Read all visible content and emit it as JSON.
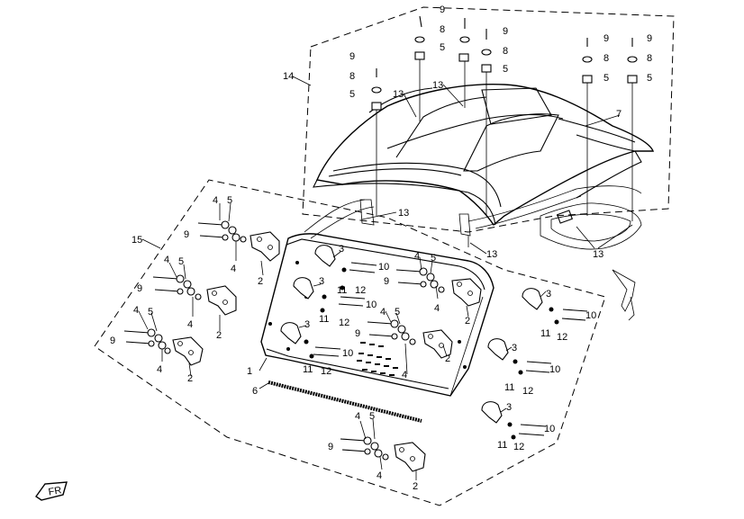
{
  "callouts": {
    "n1": "1",
    "n2": "2",
    "n3": "3",
    "n4": "4",
    "n5": "5",
    "n6": "6",
    "n7": "7",
    "n8": "8",
    "n9": "9",
    "n10": "10",
    "n11": "11",
    "n12": "12",
    "n13": "13",
    "n14": "14",
    "n15": "15"
  },
  "direction_badge": "FR",
  "icons": [
    "front-direction-arrow-icon"
  ]
}
